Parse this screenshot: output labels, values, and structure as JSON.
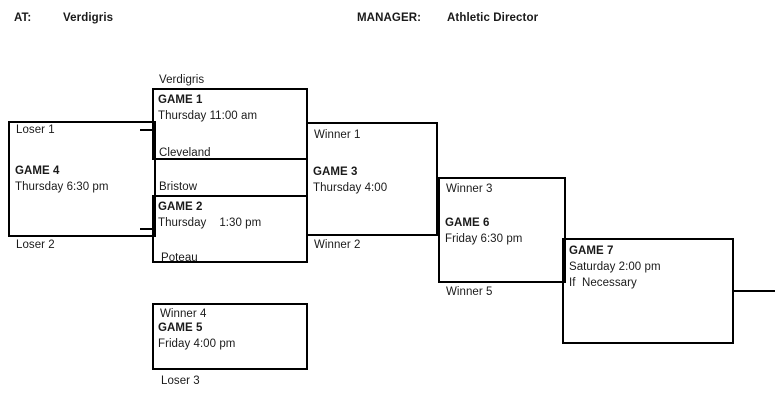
{
  "header": {
    "at_label": "AT:",
    "at_value": "Verdigris",
    "manager_label": "MANAGER:",
    "manager_value": "Athletic Director"
  },
  "bracket": {
    "games": [
      {
        "id": "game1",
        "name": "GAME 1",
        "time": "Thursday 11:00 am",
        "top_slot": "Verdigris",
        "bottom_slot": "Cleveland"
      },
      {
        "id": "game2",
        "name": "GAME 2",
        "time": "Thursday    1:30 pm",
        "top_slot": "Bristow",
        "bottom_slot": "Poteau"
      },
      {
        "id": "game3",
        "name": "GAME 3",
        "time": "Thursday 4:00",
        "top_slot": "Winner 1",
        "bottom_slot": "Winner 2"
      },
      {
        "id": "game4",
        "name": "GAME 4",
        "time": "Thursday 6:30 pm",
        "top_slot": "Loser 1",
        "bottom_slot": "Loser 2"
      },
      {
        "id": "game5",
        "name": "GAME 5",
        "time": "Friday 4:00 pm",
        "top_slot": "Winner 4",
        "bottom_slot": "Loser 3"
      },
      {
        "id": "game6",
        "name": "GAME 6",
        "time": "Friday 6:30 pm",
        "top_slot": "Winner 3",
        "bottom_slot": "Winner 5"
      },
      {
        "id": "game7",
        "name": "GAME 7",
        "time": "Saturday 2:00 pm",
        "note": "If  Necessary",
        "top_slot": "",
        "bottom_slot": ""
      }
    ]
  },
  "colors": {
    "line": "#000000",
    "text": "#1a1a1a",
    "background": "#ffffff"
  }
}
